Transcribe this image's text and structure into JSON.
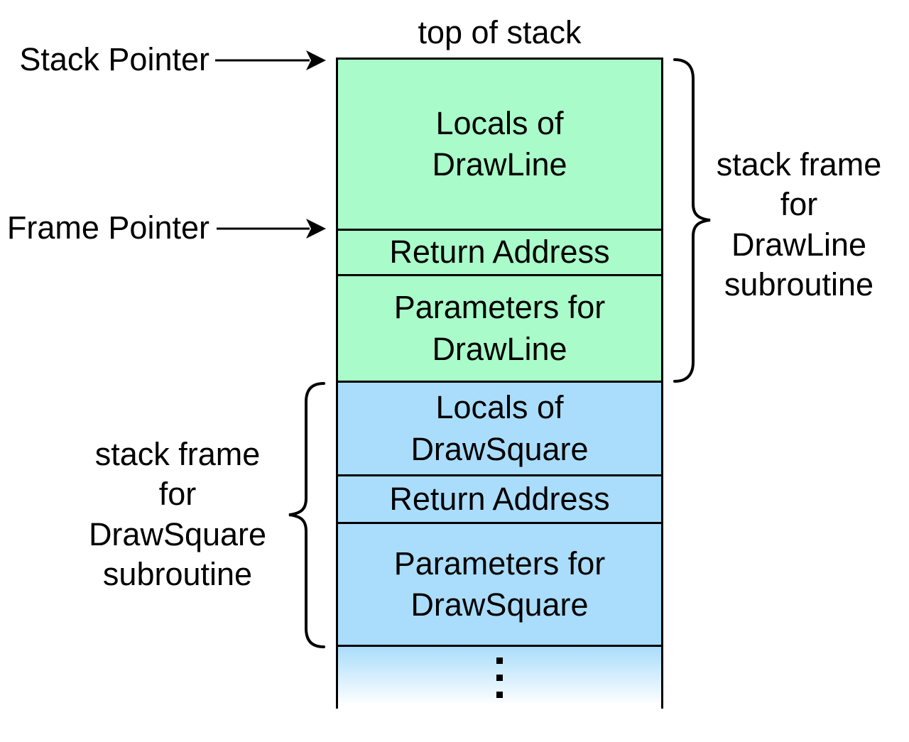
{
  "pointers": {
    "stack": {
      "label": "Stack Pointer"
    },
    "frame": {
      "label": "Frame Pointer"
    }
  },
  "stack_column": {
    "top_label": "top of stack",
    "frames": [
      {
        "name": "DrawLine",
        "fill": "#a9fcc9",
        "cells": [
          "Locals of\nDrawLine",
          "Return Address",
          "Parameters for\nDrawLine"
        ],
        "brace_label": "stack frame\nfor\nDrawLine\nsubroutine"
      },
      {
        "name": "DrawSquare",
        "fill": "#aaddfb",
        "cells": [
          "Locals of\nDrawSquare",
          "Return Address",
          "Parameters for\nDrawSquare"
        ],
        "brace_label": "stack frame\nfor\nDrawSquare\nsubroutine"
      }
    ],
    "continuation": {
      "icon": "vertical-ellipsis",
      "fade_from": "#aaddfb",
      "fade_to": "#ffffff"
    }
  },
  "colors": {
    "background": "#ffffff",
    "border": "#000000",
    "text": "#000000"
  }
}
